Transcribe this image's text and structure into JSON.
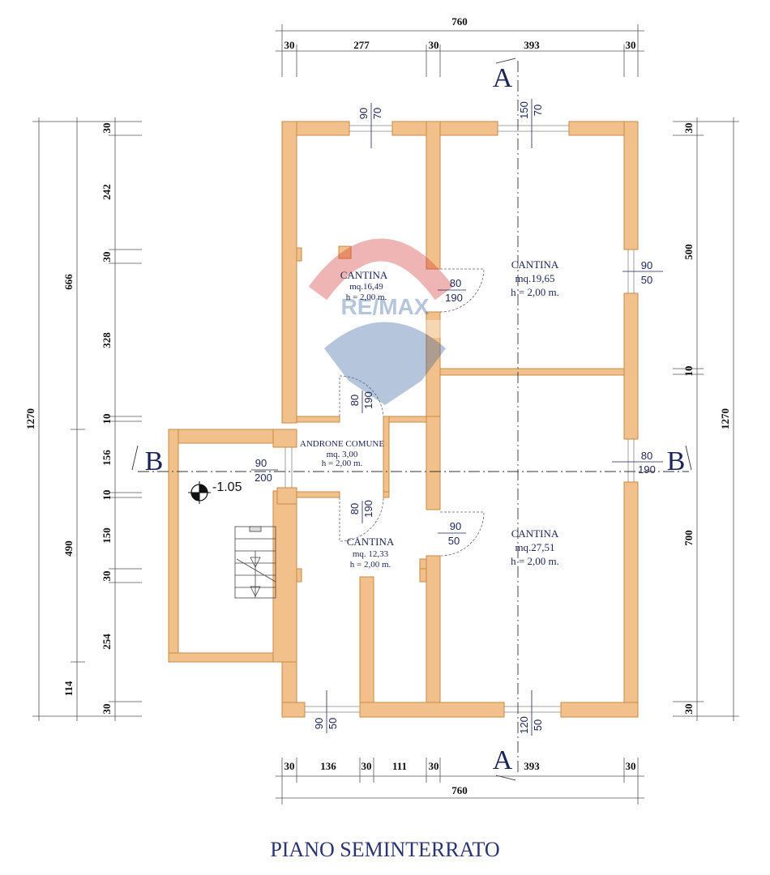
{
  "colors": {
    "wall": "#f2c08a",
    "wall_stroke": "#c88a44",
    "ink": "#1c2558"
  },
  "dims": {
    "top_total": "760",
    "top": [
      "30",
      "277",
      "30",
      "393",
      "30"
    ],
    "bottom_total": "760",
    "bottom": [
      "30",
      "136",
      "30",
      "111",
      "30",
      "393",
      "30"
    ],
    "left_total": "1270",
    "left_mid": [
      "666",
      "490",
      "114"
    ],
    "left": [
      "30",
      "242",
      "30",
      "328",
      "10",
      "156",
      "10",
      "150",
      "30",
      "254",
      "30"
    ],
    "right_total": "1270",
    "right": [
      "30",
      "500",
      "10",
      "700",
      "30"
    ]
  },
  "rooms": [
    {
      "name": "CANTINA",
      "area": "mq.16,49",
      "height": "h = 2,00 m."
    },
    {
      "name": "CANTINA",
      "area": "mq.19,65",
      "height": "h = 2,00 m."
    },
    {
      "name": "ANDRONE COMUNE",
      "area": "mq. 3,00",
      "height": "h = 2,00 m."
    },
    {
      "name": "CANTINA",
      "area": "mq. 12,33",
      "height": "h = 2,00 m."
    },
    {
      "name": "CANTINA",
      "area": "mq.27,51",
      "height": "h = 2,00 m."
    }
  ],
  "openings": [
    {
      "w": "90",
      "h": "70"
    },
    {
      "w": "150",
      "h": "70"
    },
    {
      "w": "80",
      "h": "190"
    },
    {
      "w": "90",
      "h": "50"
    },
    {
      "w": "80",
      "h": "190"
    },
    {
      "w": "90",
      "h": "200"
    },
    {
      "w": "80",
      "h": "190"
    },
    {
      "w": "90",
      "h": "50"
    },
    {
      "w": "80",
      "h": "190"
    },
    {
      "w": "90",
      "h": "50"
    },
    {
      "w": "120",
      "h": "50"
    }
  ],
  "sections": {
    "a": "A",
    "b": "B"
  },
  "level": "-1.05",
  "logo": "RE/MAX",
  "title": "PIANO SEMINTERRATO"
}
